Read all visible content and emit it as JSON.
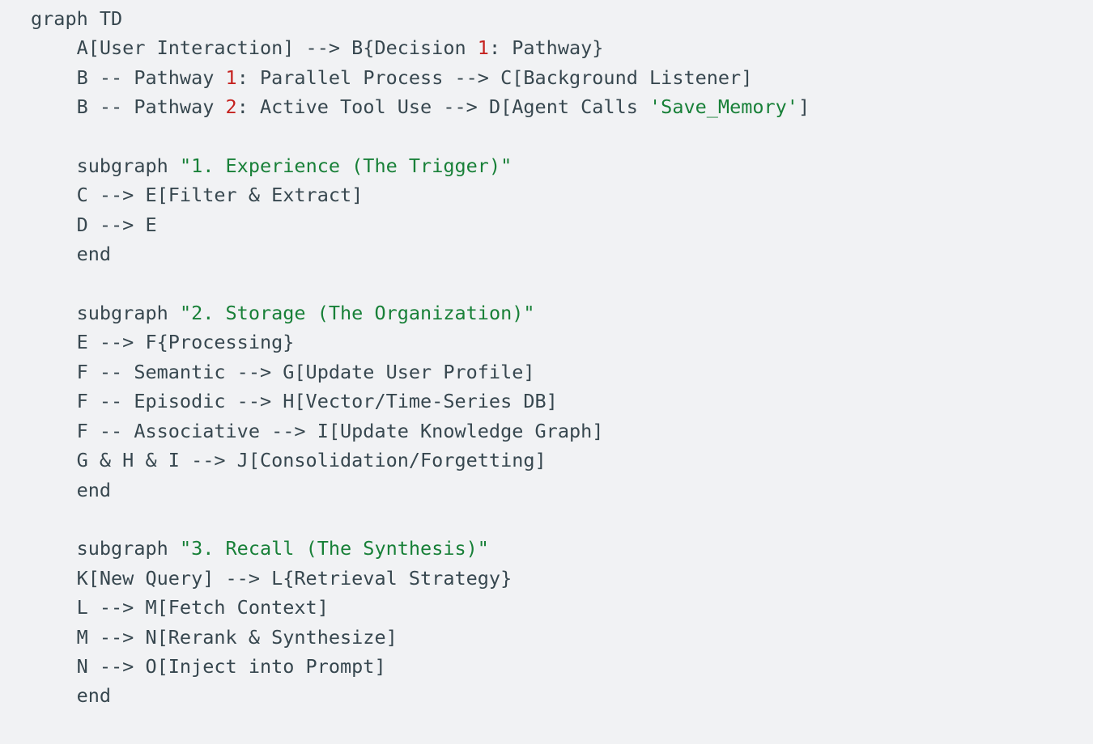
{
  "colors": {
    "background": "#f1f2f4",
    "text": "#37474f",
    "number": "#c5221f",
    "string": "#188038"
  },
  "code": {
    "language": "mermaid",
    "lines": [
      [
        {
          "t": "graph TD",
          "c": "plain"
        }
      ],
      [
        {
          "t": "    A[User Interaction] --> B{Decision ",
          "c": "plain"
        },
        {
          "t": "1",
          "c": "num"
        },
        {
          "t": ": Pathway}",
          "c": "plain"
        }
      ],
      [
        {
          "t": "    B -- Pathway ",
          "c": "plain"
        },
        {
          "t": "1",
          "c": "num"
        },
        {
          "t": ": Parallel Process --> C[Background Listener]",
          "c": "plain"
        }
      ],
      [
        {
          "t": "    B -- Pathway ",
          "c": "plain"
        },
        {
          "t": "2",
          "c": "num"
        },
        {
          "t": ": Active Tool Use --> D[Agent Calls ",
          "c": "plain"
        },
        {
          "t": "'Save_Memory'",
          "c": "str"
        },
        {
          "t": "]",
          "c": "plain"
        }
      ],
      [],
      [
        {
          "t": "    subgraph ",
          "c": "plain"
        },
        {
          "t": "\"1. Experience (The Trigger)\"",
          "c": "str"
        }
      ],
      [
        {
          "t": "    C --> E[Filter & Extract]",
          "c": "plain"
        }
      ],
      [
        {
          "t": "    D --> E",
          "c": "plain"
        }
      ],
      [
        {
          "t": "    end",
          "c": "plain"
        }
      ],
      [],
      [
        {
          "t": "    subgraph ",
          "c": "plain"
        },
        {
          "t": "\"2. Storage (The Organization)\"",
          "c": "str"
        }
      ],
      [
        {
          "t": "    E --> F{Processing}",
          "c": "plain"
        }
      ],
      [
        {
          "t": "    F -- Semantic --> G[Update User Profile]",
          "c": "plain"
        }
      ],
      [
        {
          "t": "    F -- Episodic --> H[Vector/Time-Series DB]",
          "c": "plain"
        }
      ],
      [
        {
          "t": "    F -- Associative --> I[Update Knowledge Graph]",
          "c": "plain"
        }
      ],
      [
        {
          "t": "    G & H & I --> J[Consolidation/Forgetting]",
          "c": "plain"
        }
      ],
      [
        {
          "t": "    end",
          "c": "plain"
        }
      ],
      [],
      [
        {
          "t": "    subgraph ",
          "c": "plain"
        },
        {
          "t": "\"3. Recall (The Synthesis)\"",
          "c": "str"
        }
      ],
      [
        {
          "t": "    K[New Query] --> L{Retrieval Strategy}",
          "c": "plain"
        }
      ],
      [
        {
          "t": "    L --> M[Fetch Context]",
          "c": "plain"
        }
      ],
      [
        {
          "t": "    M --> N[Rerank & Synthesize]",
          "c": "plain"
        }
      ],
      [
        {
          "t": "    N --> O[Inject into Prompt]",
          "c": "plain"
        }
      ],
      [
        {
          "t": "    end",
          "c": "plain"
        }
      ]
    ]
  }
}
